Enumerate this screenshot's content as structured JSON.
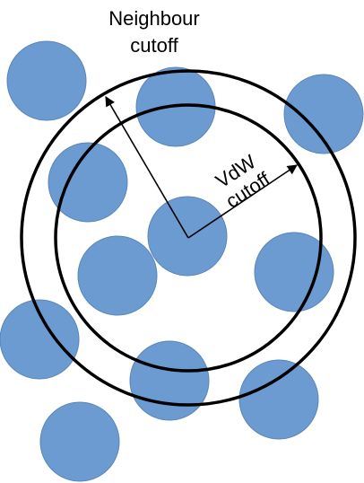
{
  "labels": {
    "neighbour_cutoff_line1": "Neighbour",
    "neighbour_cutoff_line2": "cutoff",
    "vdw_cutoff_line1": "VdW",
    "vdw_cutoff_line2": "cutoff"
  },
  "colors": {
    "atom_fill": "#6b9bd1",
    "atom_stroke": "#5a86b8",
    "ring_stroke": "#000000",
    "background": "#ffffff"
  }
}
